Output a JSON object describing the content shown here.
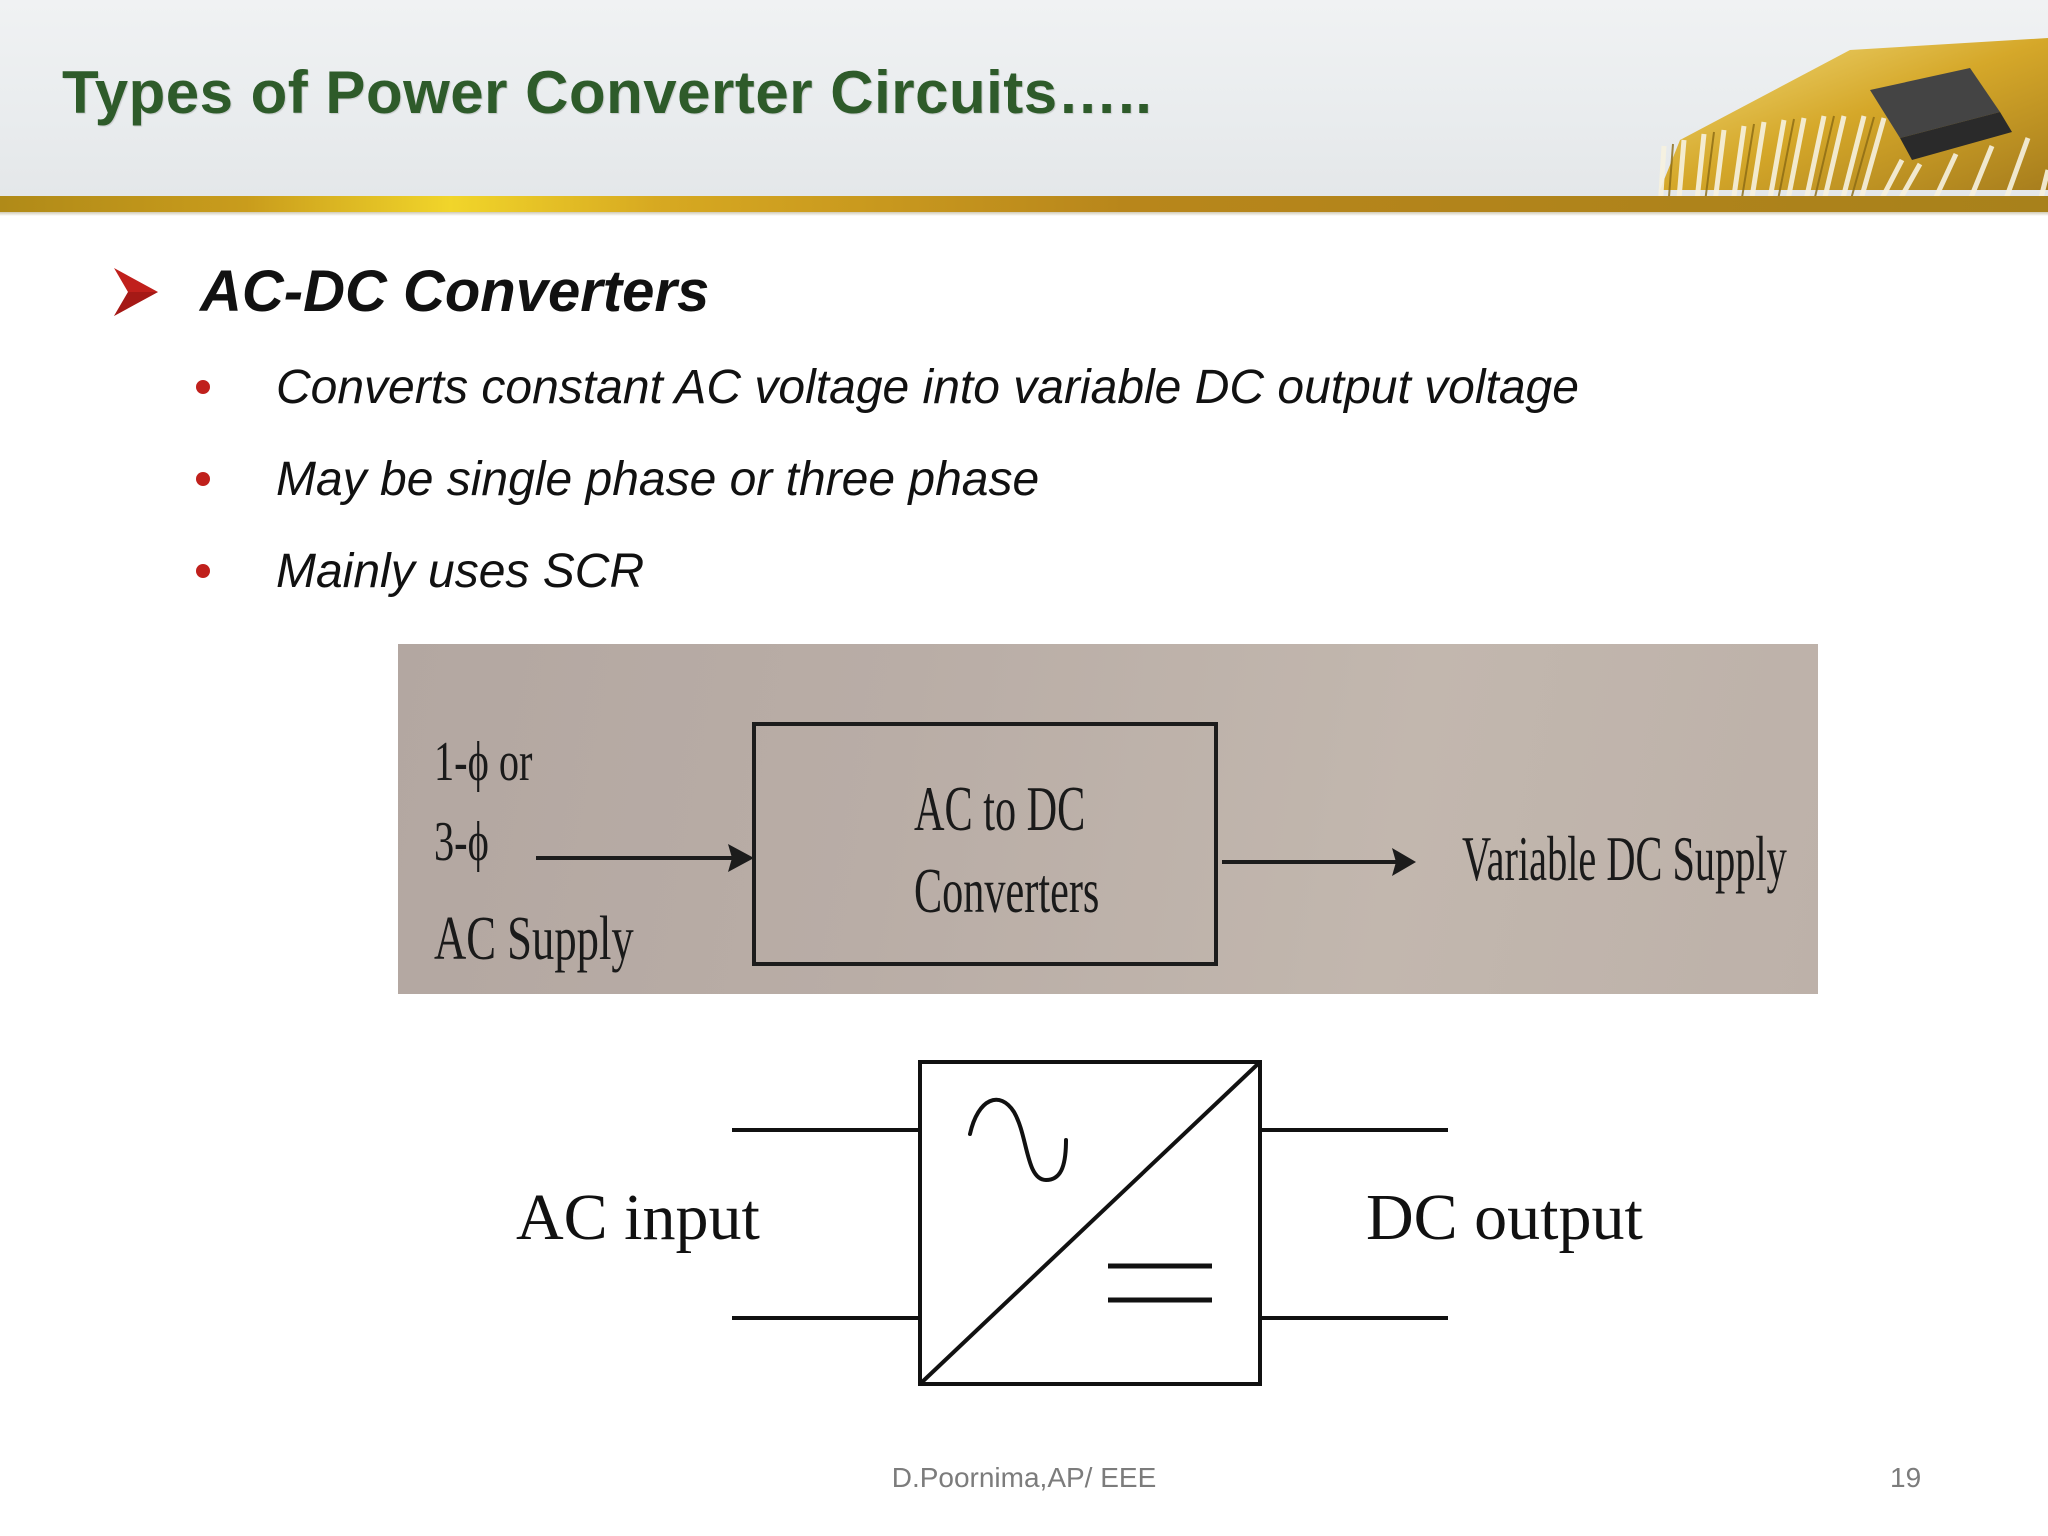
{
  "slide": {
    "title": "Types of Power Converter Circuits…..",
    "section_heading": "AC-DC Converters",
    "bullets": [
      "Converts constant AC voltage into variable DC output voltage",
      "May be single phase or three phase",
      "Mainly uses SCR"
    ],
    "photo_diagram": {
      "input_phase_1": "1-ϕ or",
      "input_phase_3": "3-ϕ",
      "input_supply": "AC Supply",
      "box_line1": "AC to DC",
      "box_line2": "Converters",
      "output": "Variable DC Supply"
    },
    "symbol_diagram": {
      "input_label": "AC input",
      "output_label": "DC output"
    },
    "footer": "D.Poornima,AP/ EEE",
    "page_number": "19"
  },
  "colors": {
    "title": "#2e5b2a",
    "bullet": "#c0201c",
    "gold_bar": "#c99c1c"
  }
}
